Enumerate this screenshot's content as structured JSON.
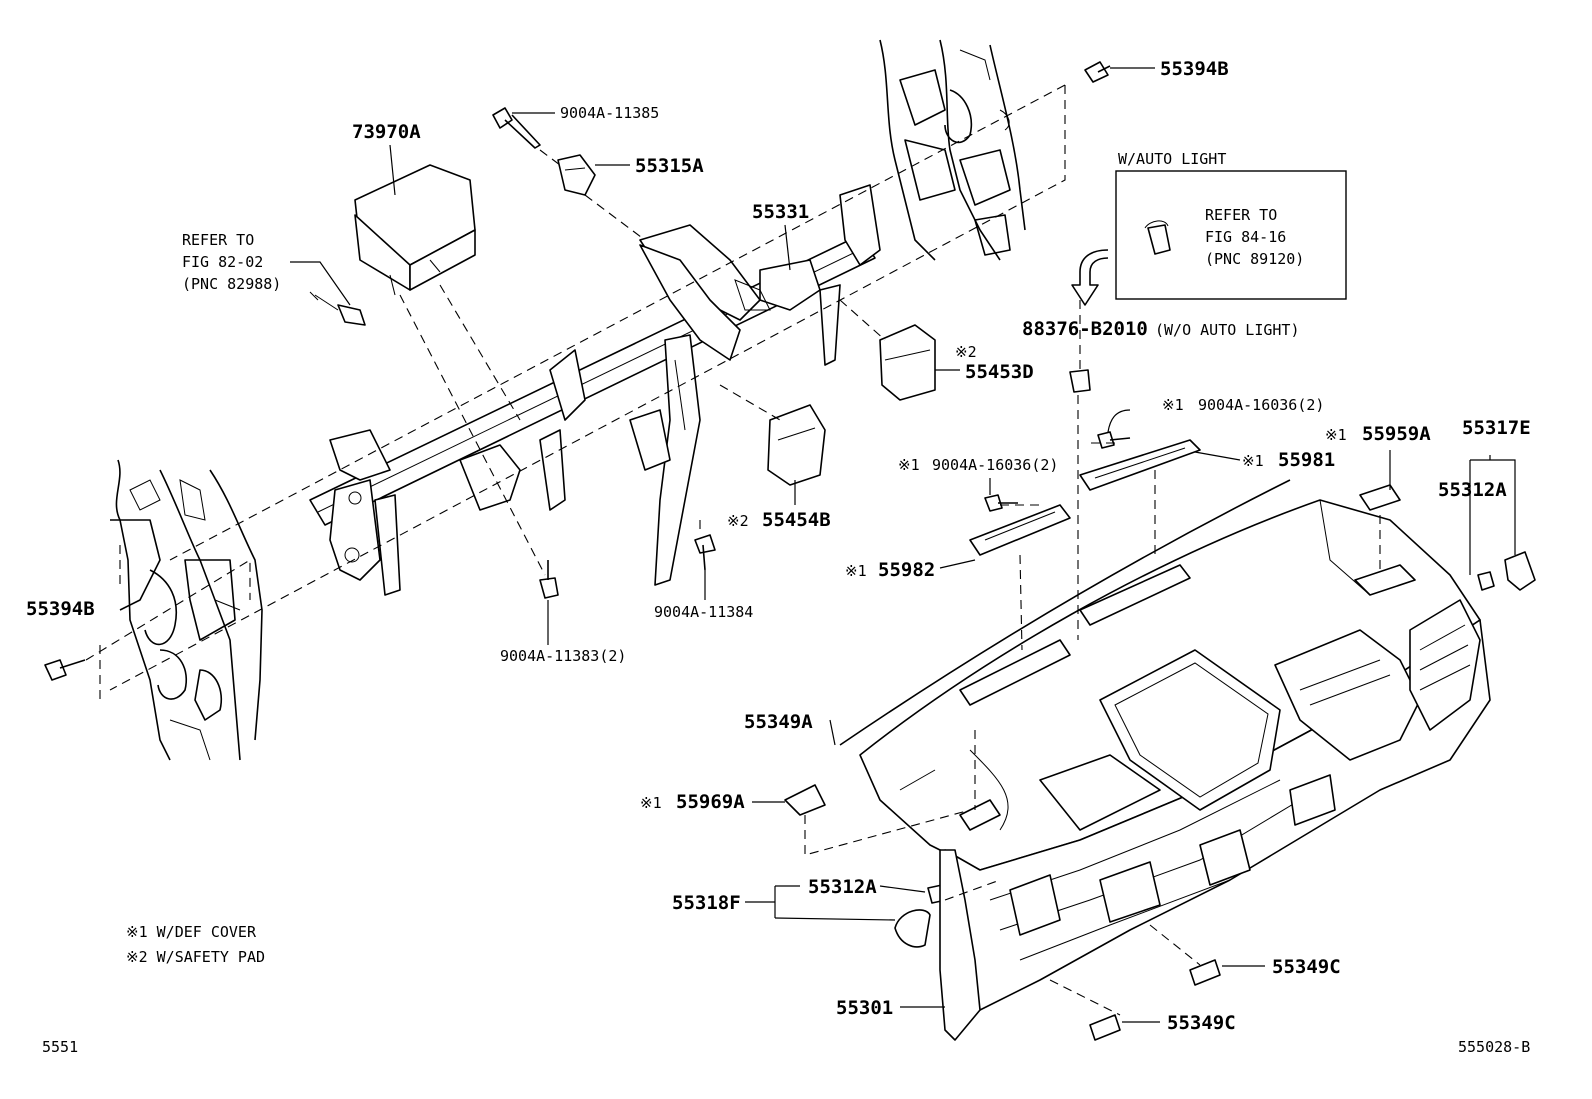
{
  "labels": {
    "p55394b_top": "55394B",
    "p9004a_11385": "9004A-11385",
    "p73970a": "73970A",
    "p55315a": "55315A",
    "p55331": "55331",
    "refer_82_l1": "REFER TO",
    "refer_82_l2": "FIG 82-02",
    "refer_82_l3": "(PNC 82988)",
    "w_auto_light": "W/AUTO LIGHT",
    "refer_84_l1": "REFER TO",
    "refer_84_l2": "FIG 84-16",
    "refer_84_l3": "(PNC 89120)",
    "p88376": "88376-B2010",
    "p88376_suffix": "(W/O AUTO LIGHT)",
    "p55453d_mark": "※2",
    "p55453d": "55453D",
    "p9004a_16036_r_mark": "※1",
    "p9004a_16036_r": "9004A-16036(2)",
    "p55959a_mark": "※1",
    "p55959a": "55959A",
    "p55317e": "55317E",
    "p55312a_r": "55312A",
    "p9004a_16036_l_mark": "※1",
    "p9004a_16036_l": "9004A-16036(2)",
    "p55981_mark": "※1",
    "p55981": "55981",
    "p55454b_mark": "※2",
    "p55454b": "55454B",
    "p55982_mark": "※1",
    "p55982": "55982",
    "p55394b_left": "55394B",
    "p9004a_11384": "9004A-11384",
    "p9004a_11383": "9004A-11383(2)",
    "p55349a": "55349A",
    "p55969a_mark": "※1",
    "p55969a": "55969A",
    "p55312a_l": "55312A",
    "p55318f": "55318F",
    "p55349c_1": "55349C",
    "p55301": "55301",
    "p55349c_2": "55349C"
  },
  "notes": {
    "n1": "※1 W/DEF COVER",
    "n2": "※2 W/SAFETY PAD"
  },
  "footer": {
    "left_code": "5551",
    "right_code": "555028-B"
  }
}
